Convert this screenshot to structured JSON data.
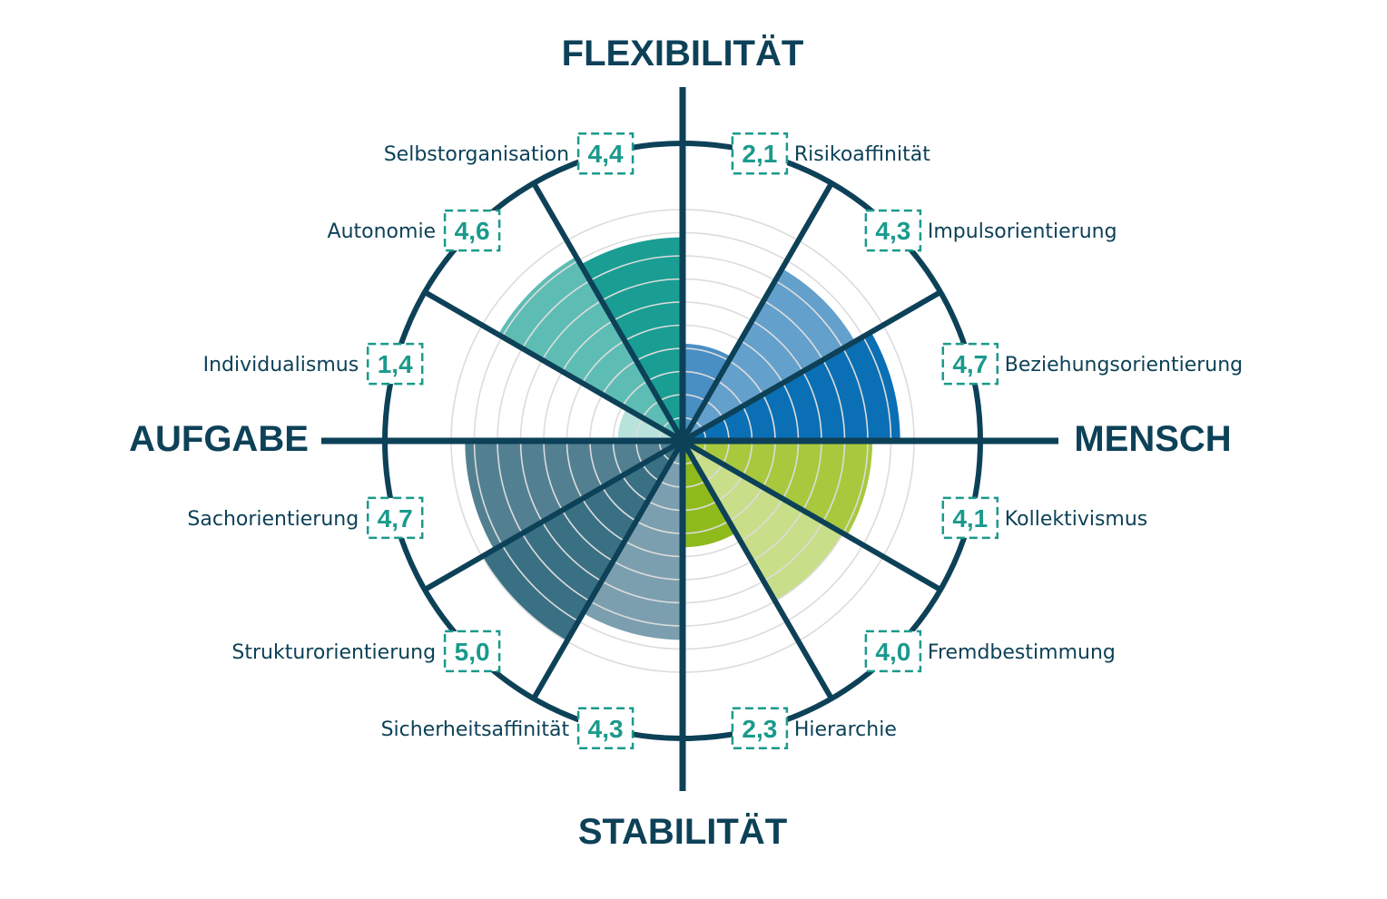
{
  "chart_data": {
    "type": "polar-area",
    "scale_max": 5,
    "rings": 10,
    "poles": {
      "top": "FLEXIBILITÄT",
      "bottom": "STABILITÄT",
      "left": "AUFGABE",
      "right": "MENSCH"
    },
    "categories": [
      "Risikoaffinität",
      "Impulsorientierung",
      "Beziehungsorientierung",
      "Kollektivismus",
      "Fremdbestimmung",
      "Hierarchie",
      "Sicherheitsaffinität",
      "Strukturorientierung",
      "Sachorientierung",
      "Individualismus",
      "Autonomie",
      "Selbstorganisation"
    ],
    "values": [
      2.1,
      4.3,
      4.7,
      4.1,
      4.0,
      2.3,
      4.3,
      5.0,
      4.7,
      1.4,
      4.6,
      4.4
    ],
    "value_labels": [
      "2,1",
      "4,3",
      "4,7",
      "4,1",
      "4,0",
      "2,3",
      "4,3",
      "5,0",
      "4,7",
      "1,4",
      "4,6",
      "4,4"
    ],
    "colors": [
      "#4a8fc4",
      "#64a0cc",
      "#0b6fb5",
      "#a8c93d",
      "#c8de88",
      "#8fba1c",
      "#7b9fae",
      "#3a7083",
      "#528091",
      "#b8e2dc",
      "#5dbdb4",
      "#1a9e93"
    ],
    "line_color": "#0d4158",
    "grid_color": "#dcdcdc",
    "value_color": "#1a9a8c"
  }
}
